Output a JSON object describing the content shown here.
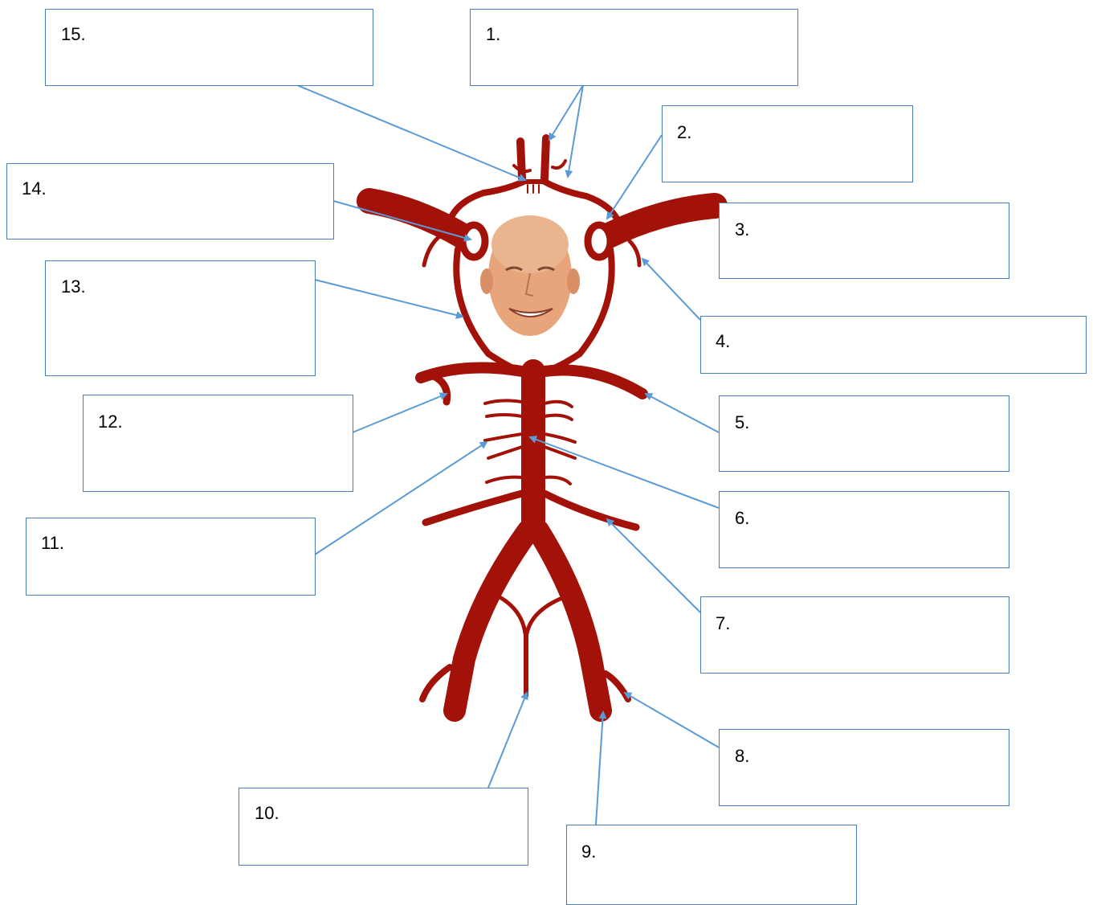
{
  "colors": {
    "artery": "#a31208",
    "leader_line": "#5b9bd5",
    "box_border": "#4a7ebb",
    "skin": "#e8a57c"
  },
  "image": {
    "face_icon": "face-photo-icon"
  },
  "labels": [
    {
      "id": "1",
      "text": "1."
    },
    {
      "id": "2",
      "text": "2."
    },
    {
      "id": "3",
      "text": "3."
    },
    {
      "id": "4",
      "text": "4."
    },
    {
      "id": "5",
      "text": "5."
    },
    {
      "id": "6",
      "text": "6."
    },
    {
      "id": "7",
      "text": "7."
    },
    {
      "id": "8",
      "text": "8."
    },
    {
      "id": "9",
      "text": "9."
    },
    {
      "id": "10",
      "text": "10."
    },
    {
      "id": "11",
      "text": "11."
    },
    {
      "id": "12",
      "text": "12."
    },
    {
      "id": "13",
      "text": "13."
    },
    {
      "id": "14",
      "text": "14."
    },
    {
      "id": "15",
      "text": "15."
    }
  ]
}
